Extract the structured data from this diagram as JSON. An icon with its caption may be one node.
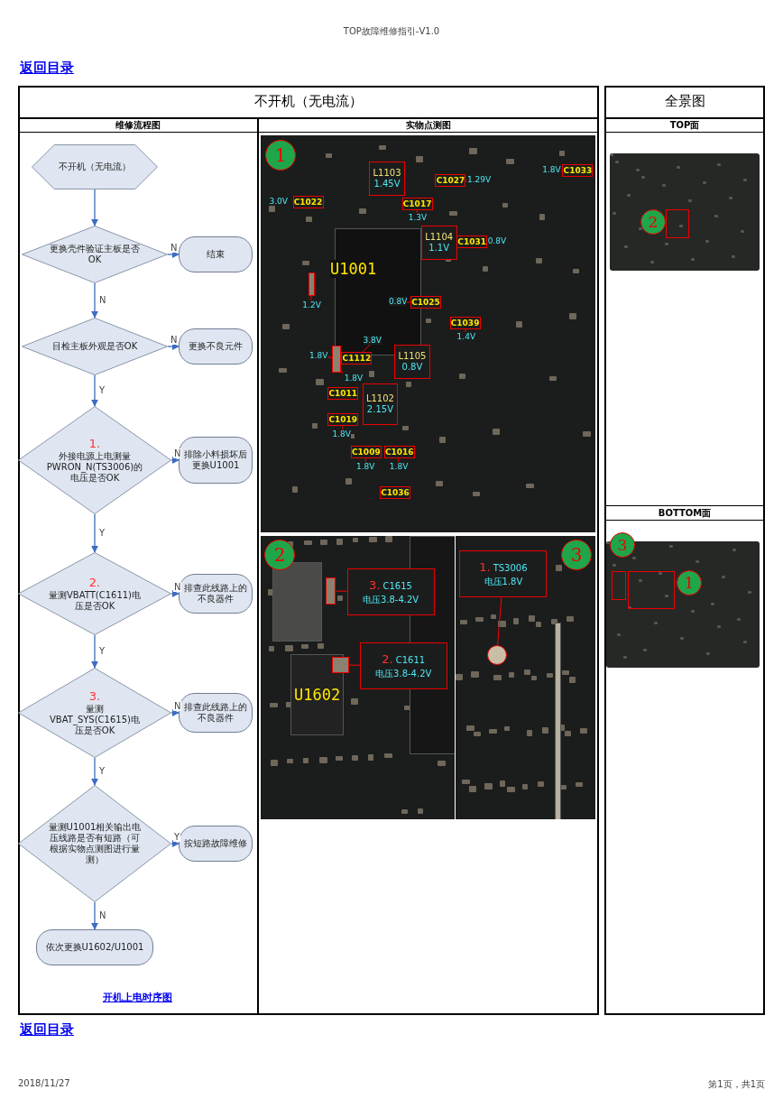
{
  "diagram": {
    "nodes": [
      {
        "text": [
          "不开机（无电流）"
        ]
      },
      {
        "text": [
          "更换壳件验证主板是否OK"
        ]
      },
      {
        "text": [
          "结束"
        ]
      },
      {
        "text": [
          "目检主板外观是否OK"
        ]
      },
      {
        "text": [
          "更换不良元件"
        ]
      },
      {
        "text": [
          "1.",
          "外接电源上电测量PWRON_N(TS3006)的电压是否OK"
        ]
      },
      {
        "text": [
          "排除小料损坏后更换U1001"
        ]
      },
      {
        "text": [
          "2.",
          "量测VBATT(C1611)电压是否OK"
        ]
      },
      {
        "text": [
          "排查此线路上的不良器件"
        ]
      },
      {
        "text": [
          "3.",
          "量测VBAT_SYS(C1615)电压是否OK"
        ]
      },
      {
        "text": [
          "排查此线路上的不良器件"
        ]
      },
      {
        "text": [
          "量测U1001相关输出电压线路是否有短路（可根据实物点测图进行量测）"
        ]
      },
      {
        "text": [
          "按短路故障维修"
        ]
      },
      {
        "text": [
          "依次更换U1602/U1001"
        ]
      },
      {
        "text": [
          "L1103",
          "1.45V"
        ]
      },
      {
        "text": [
          "C1022"
        ],
        "beside": [
          "3.0V"
        ]
      },
      {
        "text": [
          "C1017"
        ],
        "beside": [
          "1.3V"
        ]
      },
      {
        "text": [
          "C1027"
        ],
        "beside": [
          "1.29V"
        ]
      },
      {
        "text": [
          "C1033"
        ],
        "beside": [
          "1.8V"
        ]
      },
      {
        "text": [
          "L1104",
          "1.1V"
        ]
      },
      {
        "text": [
          "C1031"
        ],
        "beside": [
          "0.8V"
        ]
      },
      {
        "text": [],
        "shape": "box",
        "beside": [
          "1.2V"
        ]
      },
      {
        "text": [
          "C1025"
        ],
        "beside": [
          "0.8V"
        ]
      },
      {
        "text": [
          "C1039"
        ],
        "beside": [
          "1.4V"
        ]
      },
      {
        "text": [
          "C1112"
        ],
        "beside": [
          "3.8V"
        ]
      },
      {
        "text": [
          "L1105",
          "0.8V"
        ]
      },
      {
        "text": [],
        "shape": "box",
        "beside": [
          "1.8V",
          "1.8V"
        ]
      },
      {
        "text": [
          "C1011"
        ]
      },
      {
        "text": [
          "C1019"
        ],
        "beside": [
          "1.8V"
        ]
      },
      {
        "text": [
          "L1102",
          "2.15V"
        ]
      },
      {
        "text": [
          "C1009"
        ],
        "beside": [
          "1.8V"
        ]
      },
      {
        "text": [
          "C1016"
        ],
        "beside": [
          "1.8V"
        ]
      },
      {
        "text": [
          "C1036"
        ]
      },
      {
        "text": [
          "3.",
          "C1615",
          "电压3.8-4.2V"
        ]
      },
      {
        "text": [],
        "shape": "box"
      },
      {
        "text": [
          "2.",
          "C1611",
          "电压3.8-4.2V"
        ]
      },
      {
        "text": [],
        "shape": "box"
      },
      {
        "text": [
          "1.",
          "TS3006",
          "电压1.8V"
        ]
      },
      {
        "text": [],
        "shape": "circle"
      }
    ],
    "edges": [
      {
        "from": 0,
        "to": 1,
        "arrow": "to"
      },
      {
        "from": 1,
        "to": 2,
        "arrow": "to",
        "label": "N"
      },
      {
        "from": 1,
        "to": 3,
        "arrow": "to",
        "label": "N"
      },
      {
        "from": 3,
        "to": 4,
        "arrow": "to",
        "label": "N"
      },
      {
        "from": 3,
        "to": 5,
        "arrow": "to",
        "label": "Y"
      },
      {
        "from": 5,
        "to": 6,
        "arrow": "to",
        "label": "N"
      },
      {
        "from": 5,
        "to": 7,
        "arrow": "to",
        "label": "Y"
      },
      {
        "from": 7,
        "to": 8,
        "arrow": "to",
        "label": "N"
      },
      {
        "from": 7,
        "to": 9,
        "arrow": "to",
        "label": "Y"
      },
      {
        "from": 9,
        "to": 10,
        "arrow": "to",
        "label": "N"
      },
      {
        "from": 9,
        "to": 11,
        "arrow": "to",
        "label": "Y"
      },
      {
        "from": 11,
        "to": 12,
        "arrow": "to",
        "label": "Y"
      },
      {
        "from": 11,
        "to": 13,
        "arrow": "to",
        "label": "N"
      },
      {
        "from": 33,
        "to": 34,
        "arrow": "none",
        "color": "#ff0000"
      },
      {
        "from": 35,
        "to": 36,
        "arrow": "none",
        "color": "#ff0000"
      },
      {
        "from": 37,
        "to": 38,
        "arrow": "none",
        "color": "#ff0000"
      }
    ],
    "labels": [
      "TOP故障维修指引-V1.0",
      "返回目录",
      "不开机（无电流）",
      "维修流程图",
      "实物点测图",
      "全景图",
      "TOP面",
      "BOTTOM面",
      "1",
      "U1001",
      "2",
      "U1602",
      "3",
      "2",
      "3",
      "1",
      "开机上电时序图",
      "返回目录",
      "2018/11/27",
      "第1页，共1页"
    ]
  }
}
